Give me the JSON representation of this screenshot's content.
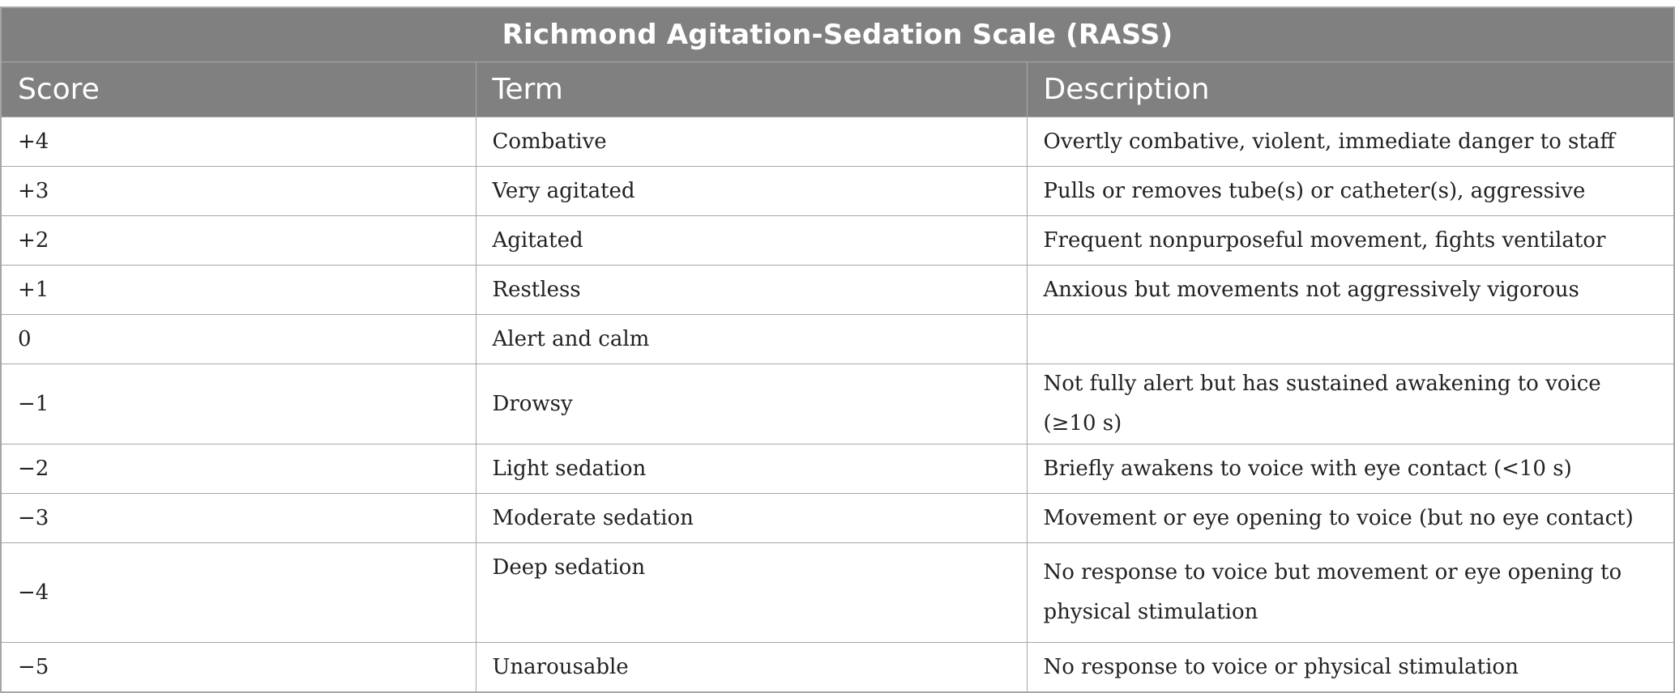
{
  "table": {
    "title": "Richmond Agitation-Sedation Scale (RASS)",
    "headers": [
      "Score",
      "Term",
      "Description"
    ],
    "rows": [
      {
        "score": "+4",
        "term": "Combative",
        "description": "Overtly combative, violent, immediate danger to staff"
      },
      {
        "score": "+3",
        "term": "Very agitated",
        "description": "Pulls or removes tube(s) or catheter(s), aggressive"
      },
      {
        "score": "+2",
        "term": "Agitated",
        "description": "Frequent nonpurposeful movement, fights ventilator"
      },
      {
        "score": "+1",
        "term": "Restless",
        "description": "Anxious but movements not aggressively vigorous"
      },
      {
        "score": "0",
        "term": "Alert and calm",
        "description": ""
      },
      {
        "score": "−1",
        "term": "Drowsy",
        "description": "Not fully alert but has sustained awakening to voice (≥10 s)"
      },
      {
        "score": "−2",
        "term": "Light sedation",
        "description": "Briefly awakens to voice with eye contact (<10 s)"
      },
      {
        "score": "−3",
        "term": "Moderate sedation",
        "description": "Movement or eye opening to voice (but no eye contact)"
      },
      {
        "score": "−4",
        "term": "Deep sedation",
        "description": "No response to voice but movement or eye opening to physical stimulation"
      },
      {
        "score": "−5",
        "term": "Unarousable",
        "description": "No response to voice or physical stimulation"
      }
    ]
  }
}
